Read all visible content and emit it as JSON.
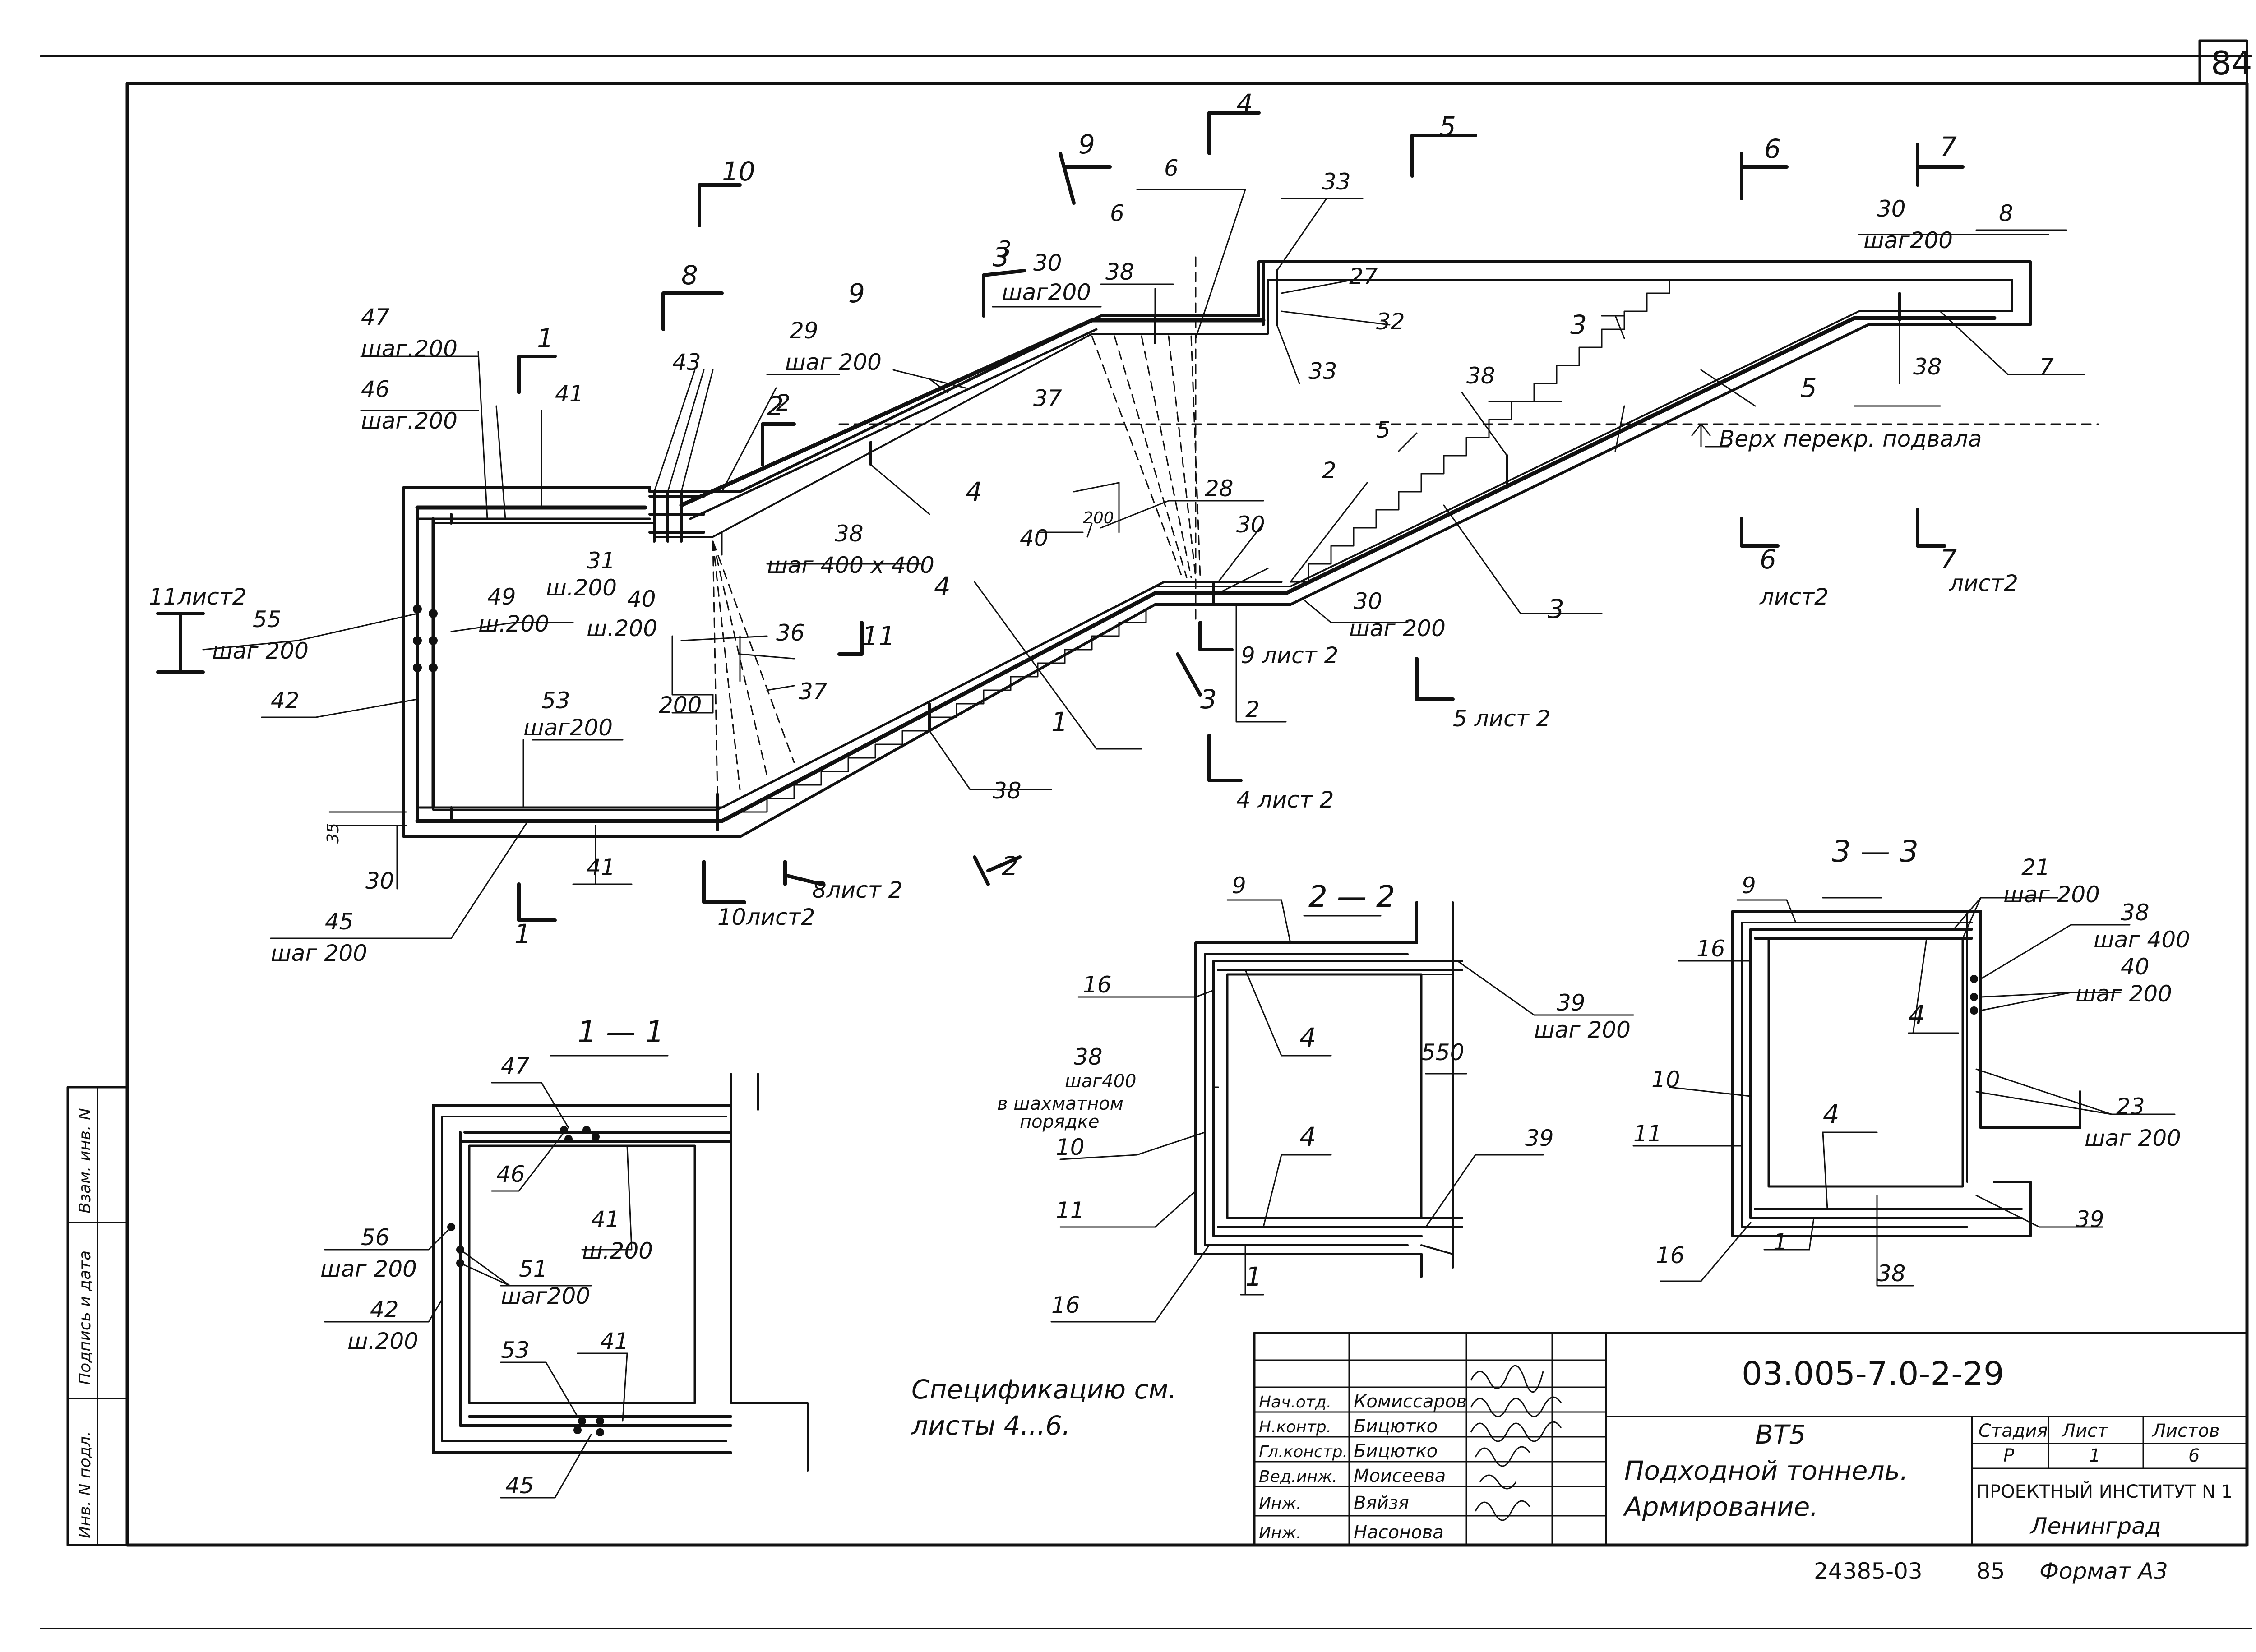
{
  "sheet": {
    "page_number": "84",
    "note_line1": "Спецификацию см.",
    "note_line2": "листы 4...6.",
    "bottom_code": "24385-03",
    "bottom_page": "85",
    "format": "Формат А3"
  },
  "side_stamp": {
    "inv_podl": "Инв. N подл.",
    "podpis": "Подпись и дата",
    "vzam": "Взам. инв. N"
  },
  "title_block": {
    "doc_code": "03.005-7.0-2-29",
    "mark": "ВТ5",
    "title_line1": "Подходной тоннель.",
    "title_line2": "Армирование.",
    "stage_hdr": "Стадия",
    "sheet_hdr": "Лист",
    "sheets_hdr": "Листов",
    "stage": "Р",
    "sheet": "1",
    "sheets": "6",
    "org_line1": "ПРОЕКТНЫЙ ИНСТИТУТ N 1",
    "org_line2": "Ленинград",
    "roles": [
      "Нач.отд.",
      "Н.контр.",
      "Гл.констр.",
      "Вед.инж.",
      "Инж.",
      "Инж."
    ],
    "names": [
      "Комиссаров",
      "Бицютко",
      "Бицютко",
      "Моисеева",
      "Вяйзя",
      "Насонова"
    ]
  },
  "main_view": {
    "top_level_note": "Верх перекр. подвала",
    "labels": {
      "l47": "47",
      "l47s": "шаг.200",
      "l46": "46",
      "l46s": "шаг.200",
      "l41a": "41",
      "l43": "43",
      "l29": "29",
      "l29s": "шаг 200",
      "l9": "9",
      "l3a": "3",
      "l30a": "30",
      "l30as": "шаг200",
      "l38a": "38",
      "l6": "6",
      "l33a": "33",
      "l27": "27",
      "l32": "32",
      "l33b": "33",
      "l30b": "30",
      "l30bs": "шаг200",
      "l8": "8",
      "l38b": "38",
      "l7": "7",
      "l3b": "3",
      "l38c": "38",
      "l5a": "5",
      "l5b": "5",
      "l2a": "2",
      "l4a": "4",
      "l37a": "37",
      "l38d": "38",
      "l38ds": "шаг 400 х 400",
      "l28": "28",
      "l40a": "40",
      "l200a": "200",
      "l30c": "30",
      "l2b": "2",
      "l31": "31",
      "l31s": "ш.200",
      "l40b": "40",
      "l40bs": "ш.200",
      "l4b": "4",
      "l36": "36",
      "l37b": "37",
      "l200b": "200",
      "l30d": "30",
      "l30ds": "шаг 200",
      "l3c": "3",
      "l55": "55",
      "l55s": "шаг 200",
      "l49": "49",
      "l49s": "ш.200",
      "l42": "42",
      "l53": "53",
      "l53s": "шаг200",
      "l1": "1",
      "l38e": "38",
      "l35": "35",
      "l30e": "30",
      "l41b": "41",
      "l45": "45",
      "l45s": "шаг 200",
      "l2c": "2"
    },
    "cuts": {
      "c10": "10",
      "c8": "8",
      "c1": "1",
      "c2": "2",
      "c9": "9",
      "c3": "3",
      "c4": "4",
      "c5": "5",
      "c6": "6",
      "c7": "7",
      "c11left": "11лист2",
      "c6b": "6",
      "c6bs": "лист2",
      "c7b": "7",
      "c7bs": "лист2",
      "c11": "11",
      "c9b": "9 лист 2",
      "c3b": "3",
      "c5b": "5 лист 2",
      "c4b": "4 лист 2",
      "c1b": "1",
      "c10b": "10лист2",
      "c8b": "8лист 2",
      "c2b": "2"
    }
  },
  "section_1_1": {
    "title": "1 — 1",
    "l47": "47",
    "l46": "46",
    "l41a": "41",
    "l41as": "ш.200",
    "l56": "56",
    "l56s": "шаг 200",
    "l51": "51",
    "l51s": "шаг200",
    "l42": "42",
    "l42s": "ш.200",
    "l53": "53",
    "l41b": "41",
    "l45": "45"
  },
  "section_2_2": {
    "title": "2 — 2",
    "l9": "9",
    "l16a": "16",
    "l4a": "4",
    "l39a": "39",
    "l39as": "шаг 200",
    "l38": "38",
    "l38s1": "шаг400",
    "l38s2": "в шахматном",
    "l38s3": "порядке",
    "l550": "550",
    "l10": "10",
    "l4b": "4",
    "l39b": "39",
    "l11": "11",
    "l1": "1",
    "l16b": "16"
  },
  "section_3_3": {
    "title": "3 — 3",
    "l9": "9",
    "l21": "21",
    "l21s": "шаг 200",
    "l38": "38",
    "l38s": "шаг 400",
    "l16a": "16",
    "l4a": "4",
    "l40": "40",
    "l40s": "шаг 200",
    "l10": "10",
    "l4b": "4",
    "l23": "23",
    "l23s": "шаг 200",
    "l11": "11",
    "l39": "39",
    "l16b": "16",
    "l1": "1",
    "l38b": "38"
  }
}
